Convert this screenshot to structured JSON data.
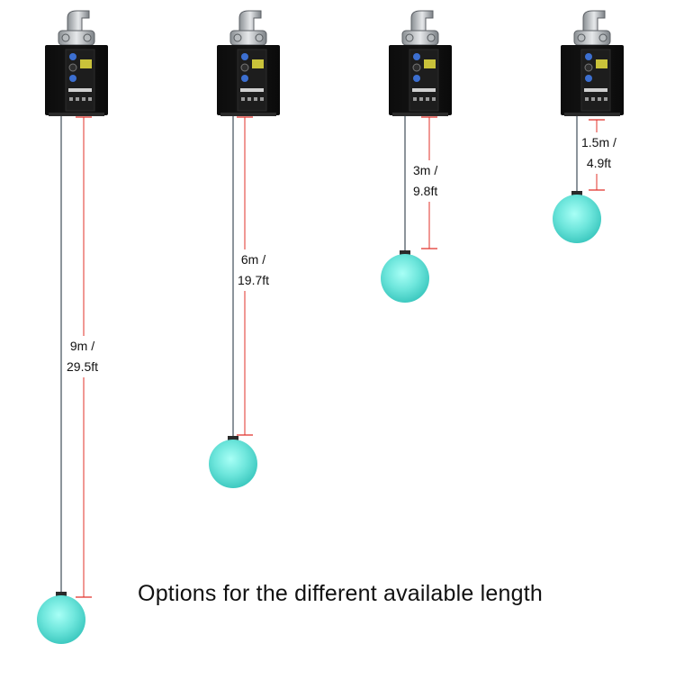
{
  "units": [
    {
      "length_metric": "9m /",
      "length_imperial": "29.5ft"
    },
    {
      "length_metric": "6m /",
      "length_imperial": "19.7ft"
    },
    {
      "length_metric": "3m /",
      "length_imperial": "9.8ft"
    },
    {
      "length_metric": "1.5m /",
      "length_imperial": "4.9ft"
    }
  ],
  "caption": "Options for the different available length",
  "colors": {
    "body": "#141414",
    "panel": "#1d1d1d",
    "display": "#c9c23a",
    "cable": "#6f7a82",
    "dimension": "#e0302a",
    "ball_edge": "#3ec9c0",
    "ball_light": "#a8fff6"
  }
}
